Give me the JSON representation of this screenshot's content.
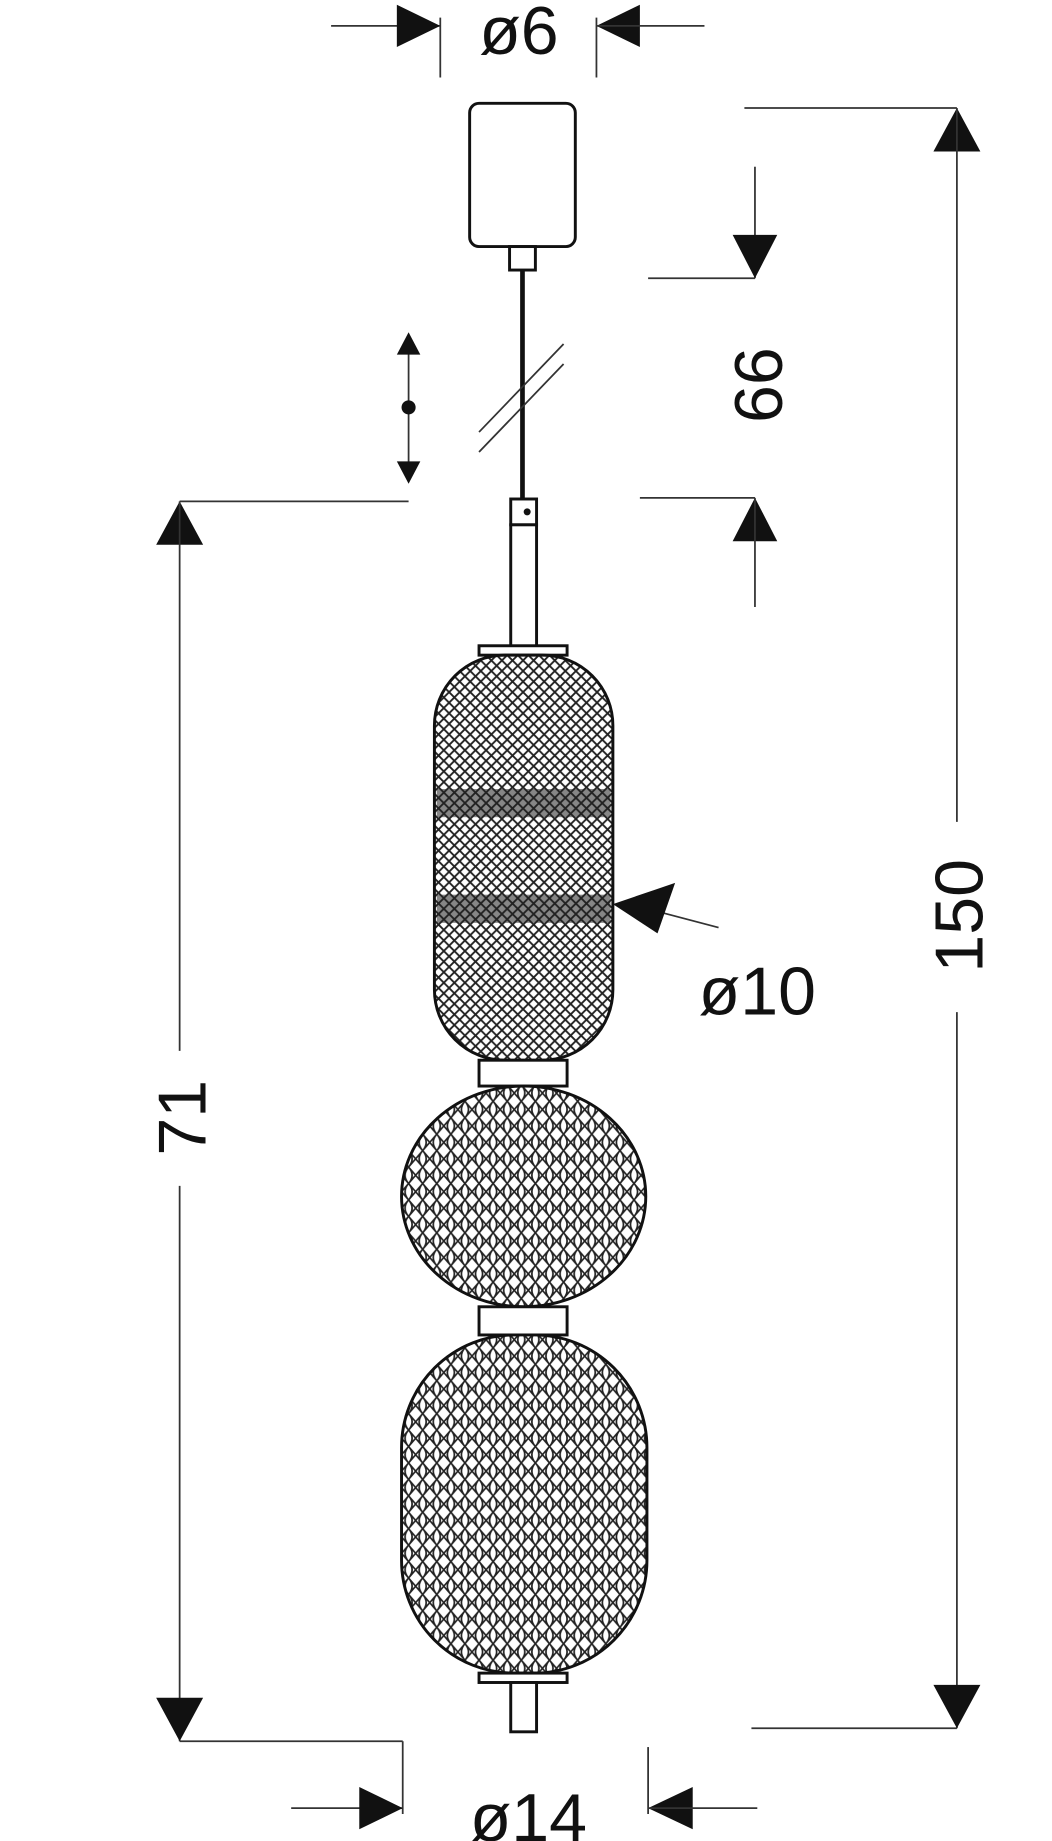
{
  "dimensions": {
    "canopy_diameter": "ø6",
    "top_shade_diameter": "ø10",
    "bottom_diameter": "ø14",
    "cable_length": "66",
    "lamp_body_height": "71",
    "total_height": "150"
  },
  "colors": {
    "line": "#111111",
    "mesh": "#2a2a2a",
    "background": "#ffffff"
  }
}
